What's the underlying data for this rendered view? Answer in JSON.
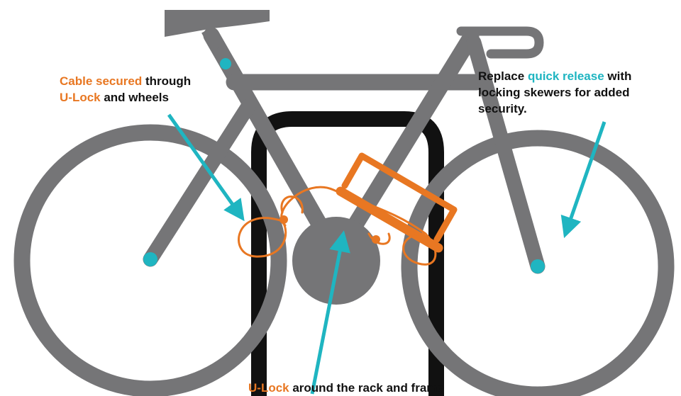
{
  "colors": {
    "frame": "#757577",
    "rack": "#111111",
    "lock": "#e87722",
    "accent": "#1fb5c1"
  },
  "callouts": {
    "cable": {
      "highlight_1": "Cable secured",
      "text_1": " through",
      "highlight_2": "U-Lock",
      "text_2": " and wheels"
    },
    "quick_release": {
      "text_1": "Replace ",
      "highlight": "quick release",
      "text_2": " with locking skewers for added security."
    },
    "ulock": {
      "highlight": "U-Lock",
      "text": " around the rack and frame"
    }
  }
}
